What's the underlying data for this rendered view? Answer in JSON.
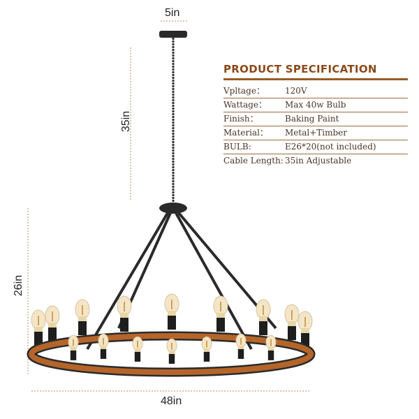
{
  "dimensions": {
    "canopy": "5in",
    "cable": "35in",
    "height": "26in",
    "diameter": "48in"
  },
  "spec": {
    "title": "PRODUCT SPECIFICATION",
    "rows": [
      {
        "label": "Vpltage：",
        "value": " 120V"
      },
      {
        "label": "Wattage：",
        "value": "Max 40w Bulb"
      },
      {
        "label": "Finish：",
        "value": "Baking Paint"
      },
      {
        "label": "Material：",
        "value": "Metal+Timber"
      },
      {
        "label": "BULB:",
        "value": "E26*20(not included)"
      },
      {
        "label": "Cable Length:",
        "value": "35in Adjustable"
      }
    ]
  },
  "colors": {
    "wood": "#b5652a",
    "metal": "#2a2a2a",
    "accent": "#8b4a1a"
  }
}
